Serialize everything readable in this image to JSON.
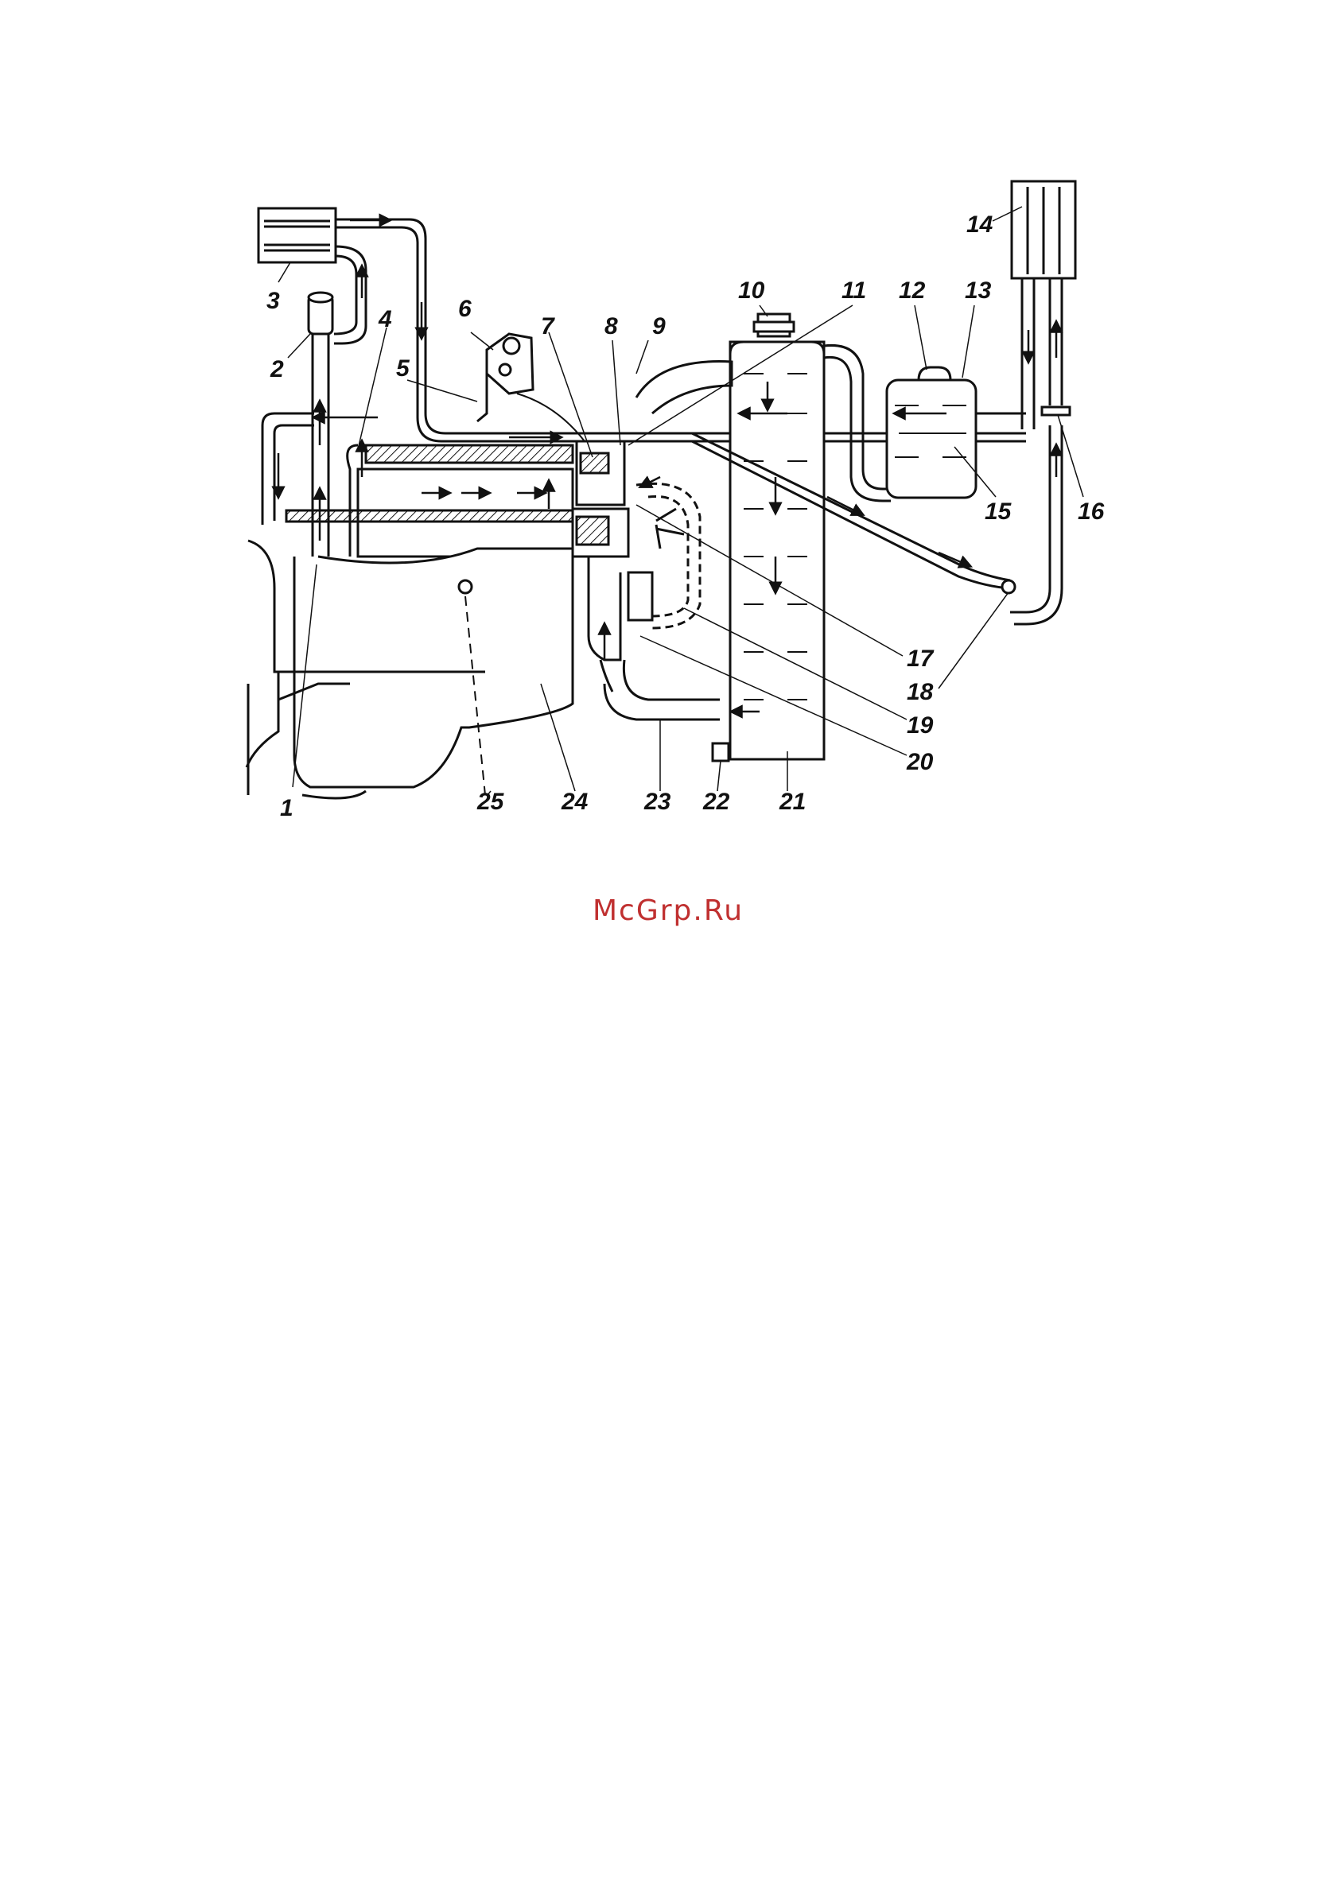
{
  "diagram": {
    "callouts": [
      "1",
      "2",
      "3",
      "4",
      "5",
      "6",
      "7",
      "8",
      "9",
      "10",
      "11",
      "12",
      "13",
      "14",
      "15",
      "16",
      "17",
      "18",
      "19",
      "20",
      "21",
      "22",
      "23",
      "24",
      "25"
    ]
  },
  "watermark": {
    "text": "McGrp.Ru"
  },
  "colors": {
    "line": "#111111",
    "watermark": "#c03030",
    "background": "#ffffff"
  }
}
